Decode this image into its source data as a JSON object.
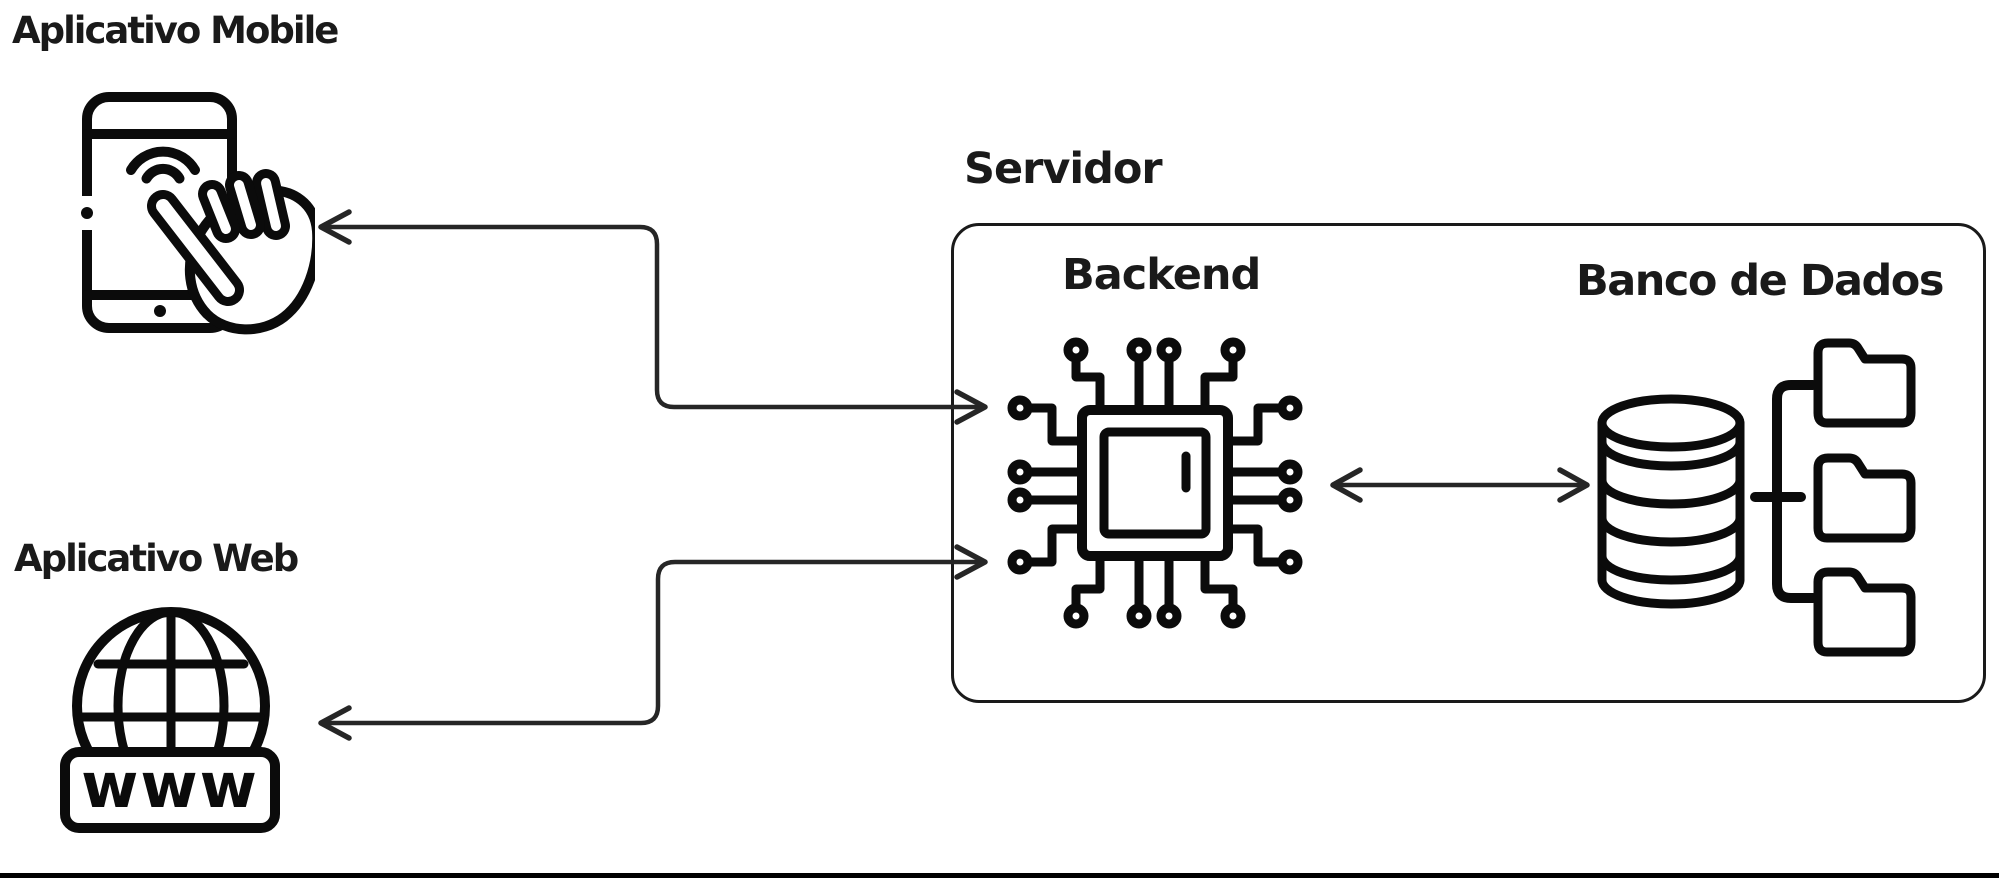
{
  "diagram": {
    "mobile_app": {
      "label": "Aplicativo Mobile",
      "icon": "phone-touch-icon"
    },
    "web_app": {
      "label": "Aplicativo Web",
      "icon": "globe-www-icon",
      "www_badge": "www"
    },
    "server": {
      "label": "Servidor"
    },
    "backend": {
      "label": "Backend",
      "icon": "chip-icon"
    },
    "database": {
      "label": "Banco de Dados",
      "icon": "database-folders-icon",
      "folder_count": 3
    }
  },
  "connections": [
    {
      "from": "backend",
      "to": "mobile_app",
      "shape": "elbow",
      "arrowheads": "both-ends"
    },
    {
      "from": "backend",
      "to": "web_app",
      "shape": "elbow",
      "arrowheads": "both-ends"
    },
    {
      "from": "backend",
      "to": "database",
      "shape": "straight",
      "arrowheads": "both-ends"
    }
  ],
  "colors": {
    "ink": "#1a1a1a",
    "icon_stroke": "#0b0b0b",
    "connector": "#262626",
    "background": "#ffffff",
    "bottom_bar": "#000000"
  }
}
